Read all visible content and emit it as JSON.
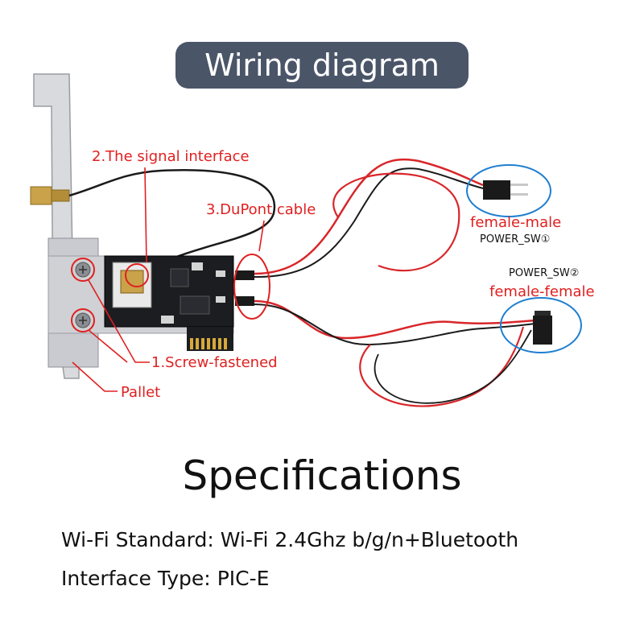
{
  "header": {
    "title": "Wiring diagram"
  },
  "labels": {
    "signal_interface": "2.The signal interface",
    "dupont_cable": "3.DuPont cable",
    "female_male": "female-male",
    "power_sw1": "POWER_SW①",
    "power_sw2": "POWER_SW②",
    "female_female": "female-female",
    "screw_fastened": "1.Screw-fastened",
    "pallet": "Pallet"
  },
  "specs": {
    "title": "Specifications",
    "items": [
      {
        "key": "Wi-Fi Standard:",
        "value": "Wi-Fi 2.4Ghz b/g/n+Bluetooth"
      },
      {
        "key": "Interface Type:",
        "value": "PIC-E"
      }
    ]
  },
  "colors": {
    "annotation": "#e02020",
    "pill": "#4a5568",
    "circle": "#1f7fd0",
    "wire_red": "#d8262a",
    "wire_black": "#1a1a1a"
  }
}
